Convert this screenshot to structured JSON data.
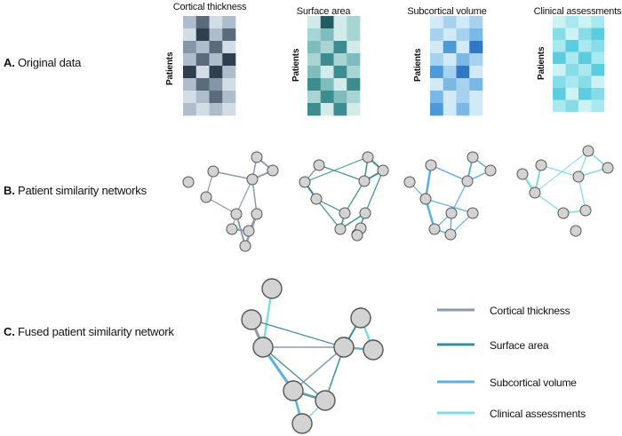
{
  "rows": {
    "a": {
      "letter": "A.",
      "text": " Original data"
    },
    "b": {
      "letter": "B.",
      "text": " Patient similarity networks"
    },
    "c": {
      "letter": "C.",
      "text": " Fused patient similarity network"
    }
  },
  "axis_label": "Patients",
  "modalities": [
    {
      "key": "ct",
      "name": "Cortical thickness",
      "color": "#8a9bb0",
      "shades": [
        "#2f3f4e",
        "#5a6b7c",
        "#8496a8",
        "#aebccb",
        "#d4dce5"
      ]
    },
    {
      "key": "sa",
      "name": "Surface area",
      "color": "#3a8f96",
      "shades": [
        "#215c60",
        "#3d8c90",
        "#7fbcbe",
        "#a9d4d4",
        "#d2eaea"
      ]
    },
    {
      "key": "sv",
      "name": "Subcortical volume",
      "color": "#5bb0e3",
      "shades": [
        "#2e78c4",
        "#4e9ad8",
        "#7ab8e6",
        "#a6d2f0",
        "#d2e9f8"
      ]
    },
    {
      "key": "ca",
      "name": "Clinical assessments",
      "color": "#7fdde0",
      "shades": [
        "#44bcd6",
        "#5ccde0",
        "#86dde8",
        "#a9e8ee",
        "#cdf2f4"
      ]
    }
  ],
  "legend": [
    {
      "label": "Cortical thickness",
      "color": "#8a9bb0"
    },
    {
      "label": "Surface area",
      "color": "#3a8f96"
    },
    {
      "label": "Subcortical volume",
      "color": "#5bb0e3"
    },
    {
      "label": "Clinical assessments",
      "color": "#7fdde0"
    }
  ],
  "node_style": {
    "fill": "#d3d3d3",
    "stroke": "#555555"
  }
}
